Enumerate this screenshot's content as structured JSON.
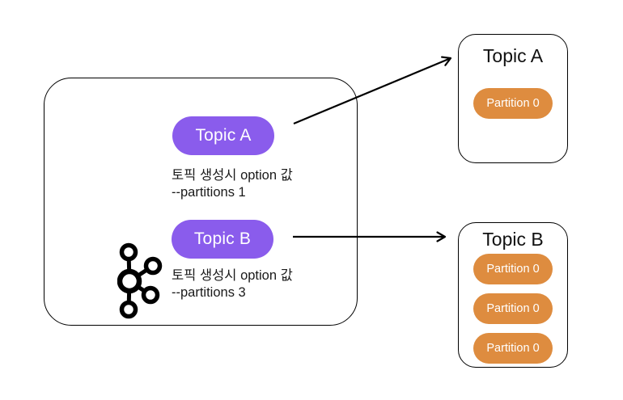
{
  "colors": {
    "background": "#ffffff",
    "outline": "#000000",
    "topic_pill_bg": "#8a5cec",
    "partition_pill_bg": "#de8c3f",
    "pill_text": "#ffffff",
    "caption_text": "#1a1a1a",
    "kafka_logo": "#000000"
  },
  "broker_box": {
    "icon": "kafka-logo",
    "topics": [
      {
        "label": "Topic A",
        "caption_line1": "토픽 생성시 option 값",
        "caption_line2": "--partitions 1"
      },
      {
        "label": "Topic B",
        "caption_line1": "토픽 생성시 option 값",
        "caption_line2": "--partitions 3"
      }
    ]
  },
  "topic_detail_boxes": [
    {
      "title": "Topic A",
      "partitions": [
        "Partition 0"
      ]
    },
    {
      "title": "Topic B",
      "partitions": [
        "Partition 0",
        "Partition 0",
        "Partition 0"
      ]
    }
  ],
  "arrows": [
    {
      "from": "topic-a-pill",
      "to": "topic-a-detail-box"
    },
    {
      "from": "topic-b-pill",
      "to": "topic-b-detail-box"
    }
  ]
}
